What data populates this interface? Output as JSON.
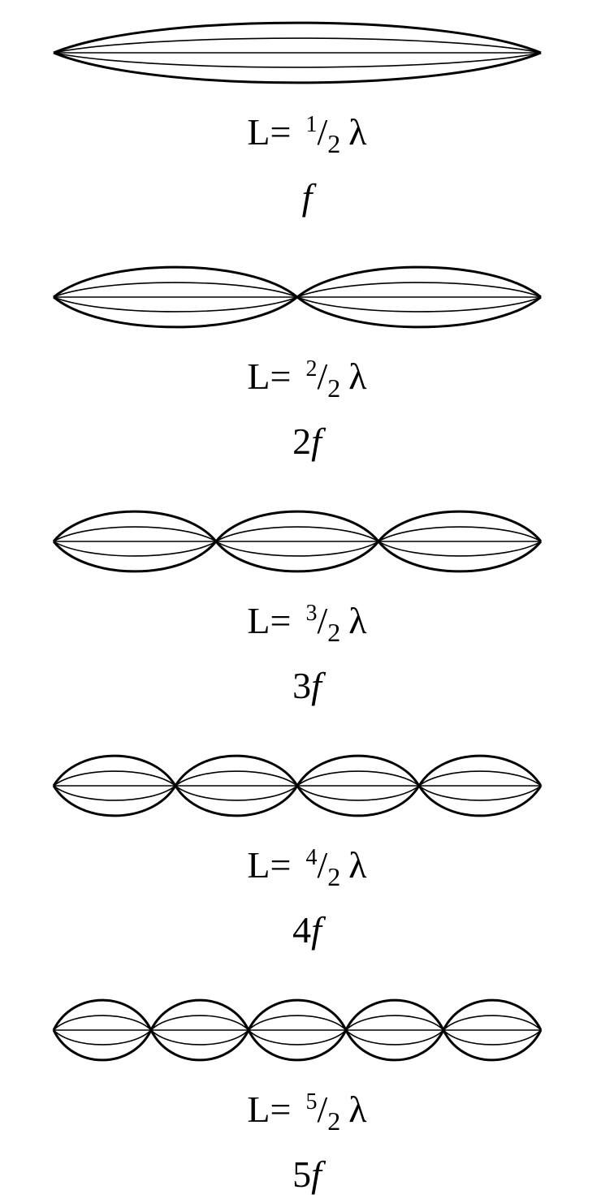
{
  "symbols": {
    "length": "L",
    "equals": "=",
    "slash": "/",
    "lambda": "λ",
    "frequency": "f"
  },
  "harmonics": [
    {
      "loops": 1,
      "numerator": "1",
      "denominator": "2",
      "multiplier": ""
    },
    {
      "loops": 2,
      "numerator": "2",
      "denominator": "2",
      "multiplier": "2"
    },
    {
      "loops": 3,
      "numerator": "3",
      "denominator": "2",
      "multiplier": "3"
    },
    {
      "loops": 4,
      "numerator": "4",
      "denominator": "2",
      "multiplier": "4"
    },
    {
      "loops": 5,
      "numerator": "5",
      "denominator": "2",
      "multiplier": "5"
    }
  ],
  "colors": {
    "stroke": "#000000",
    "background": "#ffffff"
  }
}
